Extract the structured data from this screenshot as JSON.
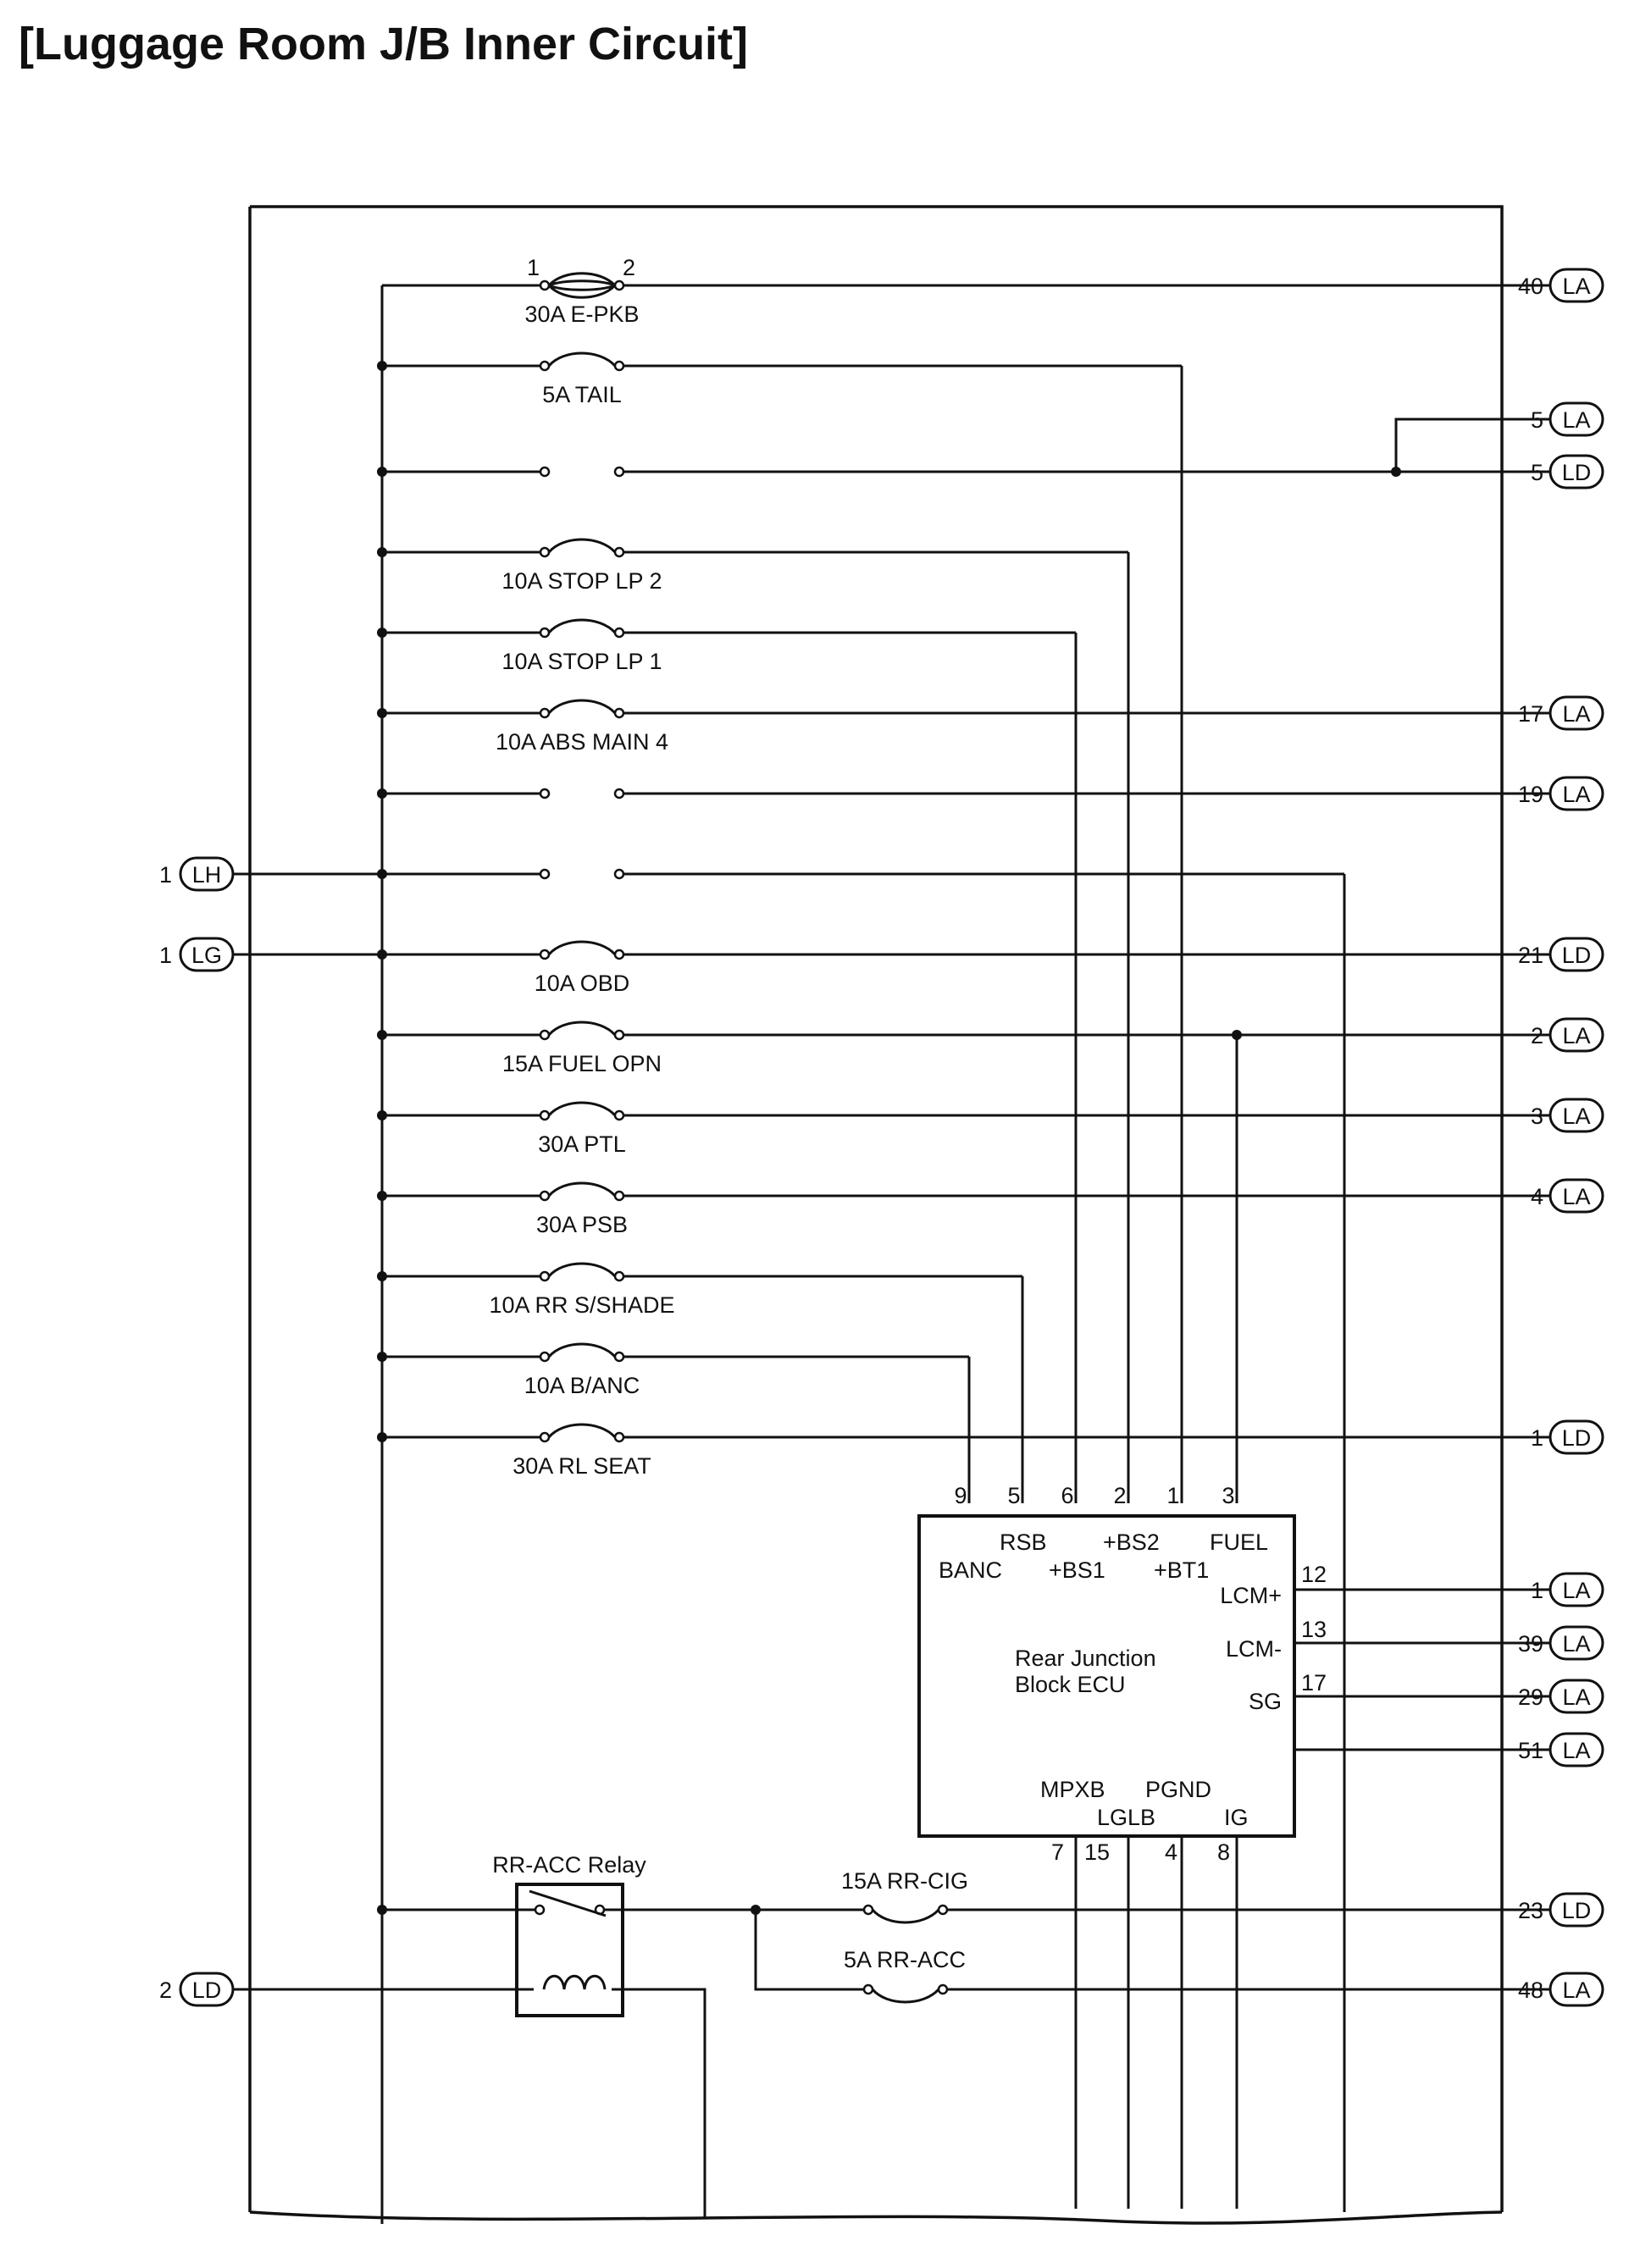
{
  "title": "[Luggage Room J/B Inner Circuit]",
  "fuses": [
    {
      "label": "30A E-PKB",
      "pin_left": "1",
      "pin_right": "2"
    },
    {
      "label": "5A TAIL"
    },
    {
      "label": "10A STOP LP 2"
    },
    {
      "label": "10A STOP LP 1"
    },
    {
      "label": "10A ABS MAIN 4"
    },
    {
      "label": "10A OBD"
    },
    {
      "label": "15A FUEL OPN"
    },
    {
      "label": "30A PTL"
    },
    {
      "label": "30A PSB"
    },
    {
      "label": "10A RR S/SHADE"
    },
    {
      "label": "10A B/ANC"
    },
    {
      "label": "30A RL SEAT"
    },
    {
      "label": "15A RR-CIG"
    },
    {
      "label": "5A RR-ACC"
    }
  ],
  "left_connectors": [
    {
      "pin": "1",
      "code": "LH"
    },
    {
      "pin": "1",
      "code": "LG"
    },
    {
      "pin": "2",
      "code": "LD"
    }
  ],
  "right_connectors": [
    {
      "pin": "40",
      "code": "LA"
    },
    {
      "pin": "5",
      "code": "LA"
    },
    {
      "pin": "5",
      "code": "LD"
    },
    {
      "pin": "17",
      "code": "LA"
    },
    {
      "pin": "19",
      "code": "LA"
    },
    {
      "pin": "21",
      "code": "LD"
    },
    {
      "pin": "2",
      "code": "LA"
    },
    {
      "pin": "3",
      "code": "LA"
    },
    {
      "pin": "4",
      "code": "LA"
    },
    {
      "pin": "1",
      "code": "LD"
    },
    {
      "pin": "1",
      "code": "LA"
    },
    {
      "pin": "39",
      "code": "LA"
    },
    {
      "pin": "29",
      "code": "LA"
    },
    {
      "pin": "51",
      "code": "LA"
    },
    {
      "pin": "23",
      "code": "LD"
    },
    {
      "pin": "48",
      "code": "LA"
    }
  ],
  "ecu": {
    "name_line1": "Rear Junction",
    "name_line2": "Block ECU",
    "top_pins": [
      "9",
      "5",
      "6",
      "2",
      "1",
      "3"
    ],
    "top_labels_row1": [
      "RSB",
      "+BS2",
      "FUEL"
    ],
    "top_labels_row2": [
      "BANC",
      "+BS1",
      "+BT1"
    ],
    "right_labels": [
      "LCM+",
      "LCM-",
      "SG"
    ],
    "right_pins": [
      "12",
      "13",
      "17"
    ],
    "bottom_labels_row1": [
      "MPXB",
      "PGND"
    ],
    "bottom_labels_row2": [
      "LGLB",
      "IG"
    ],
    "bottom_pins": [
      "7",
      "15",
      "4",
      "8"
    ]
  },
  "relay": {
    "label": "RR-ACC Relay"
  }
}
